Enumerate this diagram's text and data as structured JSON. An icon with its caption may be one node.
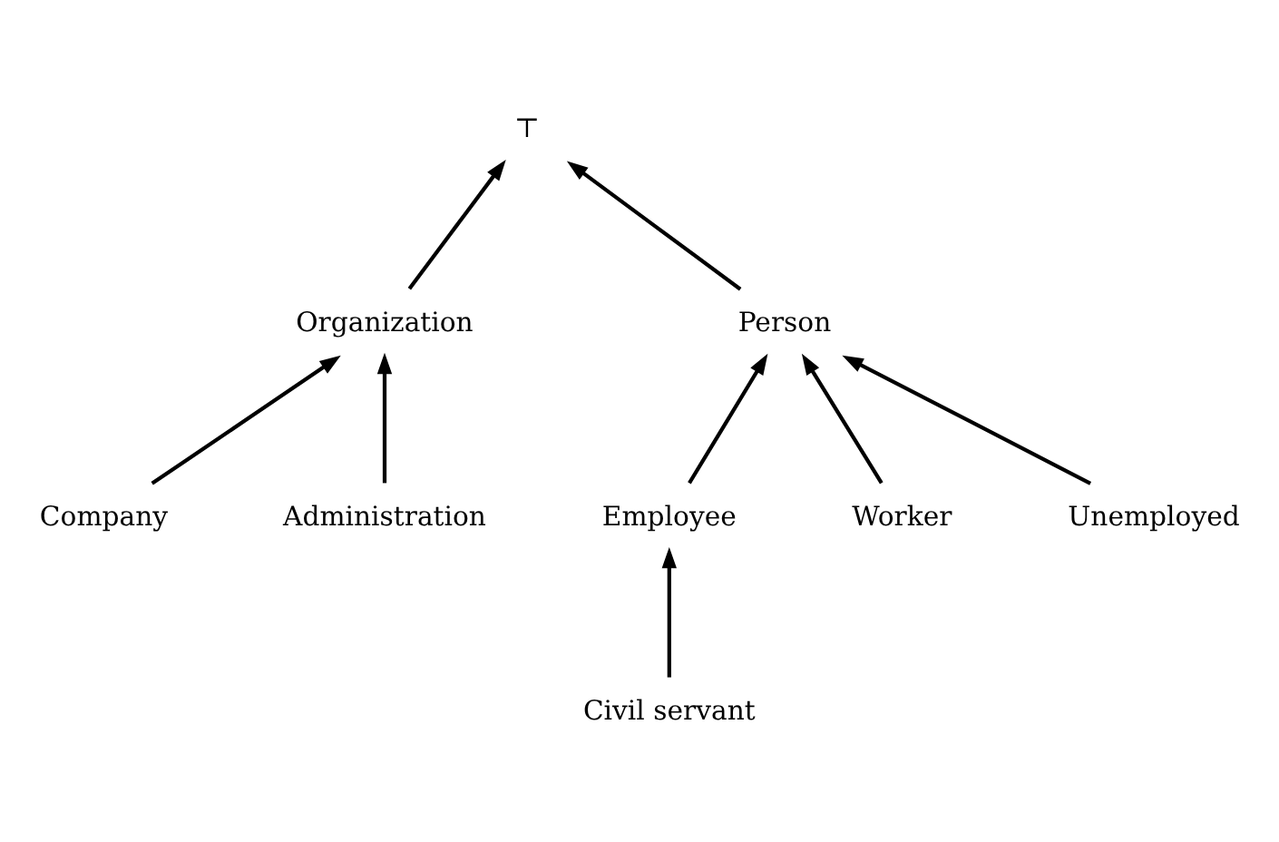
{
  "diagram": {
    "nodes": [
      {
        "text": [
          "⊤"
        ]
      },
      {
        "text": [
          "Organization"
        ]
      },
      {
        "text": [
          "Person"
        ]
      },
      {
        "text": [
          "Company"
        ]
      },
      {
        "text": [
          "Administration"
        ]
      },
      {
        "text": [
          "Employee"
        ]
      },
      {
        "text": [
          "Worker"
        ]
      },
      {
        "text": [
          "Unemployed"
        ]
      },
      {
        "text": [
          "Civil servant"
        ]
      }
    ],
    "edges": [
      {
        "from": 1,
        "to": 0,
        "arrow": "to"
      },
      {
        "from": 2,
        "to": 0,
        "arrow": "to"
      },
      {
        "from": 3,
        "to": 1,
        "arrow": "to"
      },
      {
        "from": 4,
        "to": 1,
        "arrow": "to"
      },
      {
        "from": 5,
        "to": 2,
        "arrow": "to"
      },
      {
        "from": 6,
        "to": 2,
        "arrow": "to"
      },
      {
        "from": 7,
        "to": 2,
        "arrow": "to"
      },
      {
        "from": 8,
        "to": 5,
        "arrow": "to"
      }
    ]
  }
}
